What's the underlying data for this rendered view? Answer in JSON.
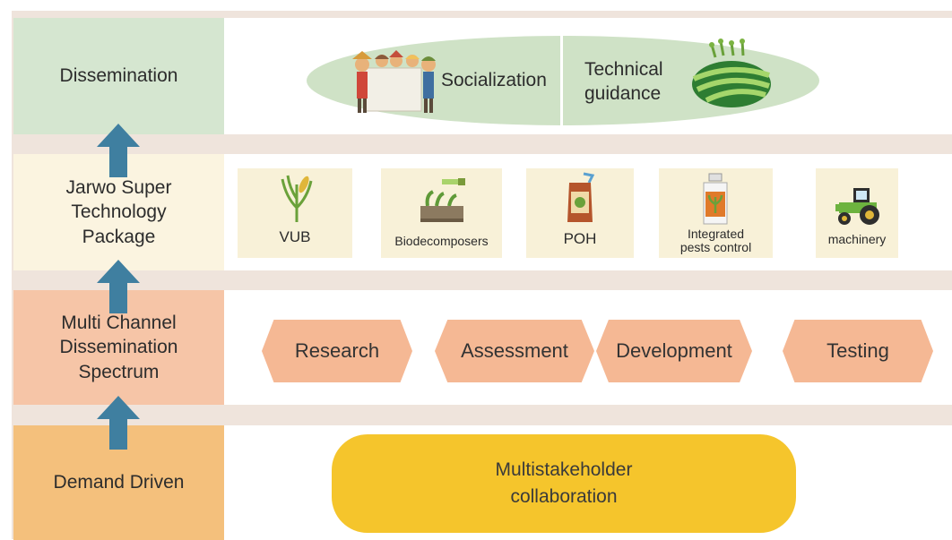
{
  "levels": [
    {
      "label": "Dissemination",
      "color": "#d5e6d0"
    },
    {
      "label": "Jarwo Super\nTechnology\nPackage",
      "color": "#fbf4e0"
    },
    {
      "label": "Multi Channel\nDissemination\nSpectrum",
      "color": "#f6c5a7"
    },
    {
      "label": "Demand Driven",
      "color": "#f4c07c"
    }
  ],
  "dissemination": {
    "items": [
      {
        "label": "Socialization",
        "icon": "farmers-group-icon"
      },
      {
        "label": "Technical\nguidance",
        "icon": "crop-field-icon"
      }
    ],
    "color": "#cfe2c6"
  },
  "technology_package": {
    "items": [
      {
        "label": "VUB",
        "icon": "rice-plant-icon"
      },
      {
        "label": "Biodecomposers",
        "icon": "seedling-tray-icon"
      },
      {
        "label": "POH",
        "icon": "fertilizer-bag-icon"
      },
      {
        "label": "Integrated\npests control",
        "icon": "pesticide-bottle-icon"
      },
      {
        "label": "machinery",
        "icon": "tractor-icon"
      }
    ],
    "card_color": "#f8f1d8"
  },
  "spectrum": {
    "items": [
      "Research",
      "Assessment",
      "Development",
      "Testing"
    ],
    "color": "#f5b894"
  },
  "demand": {
    "label": "Multistakeholder\ncollaboration",
    "color": "#f5c52c"
  },
  "arrow_color": "#3f7fa0"
}
